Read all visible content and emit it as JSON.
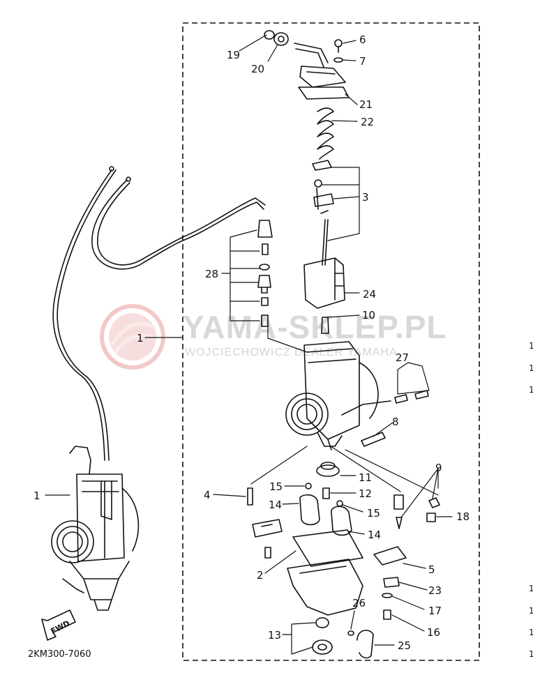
{
  "diagram": {
    "part_code": "2KM300-7060",
    "fwd_label": "FWD",
    "watermark": {
      "brand": "YAMA-SKLEP.PL",
      "subtitle": "WOJCIECHOWICZ DEALER YAMAHA"
    },
    "callouts": [
      {
        "id": "c19",
        "text": "19"
      },
      {
        "id": "c20",
        "text": "20"
      },
      {
        "id": "c6",
        "text": "6"
      },
      {
        "id": "c7",
        "text": "7"
      },
      {
        "id": "c21",
        "text": "21"
      },
      {
        "id": "c22",
        "text": "22"
      },
      {
        "id": "c3",
        "text": "3"
      },
      {
        "id": "c28",
        "text": "28"
      },
      {
        "id": "c24",
        "text": "24"
      },
      {
        "id": "c10",
        "text": "10"
      },
      {
        "id": "c1a",
        "text": "1"
      },
      {
        "id": "c27",
        "text": "27"
      },
      {
        "id": "c8",
        "text": "8"
      },
      {
        "id": "c9",
        "text": "9"
      },
      {
        "id": "c1b",
        "text": "1"
      },
      {
        "id": "c11",
        "text": "11"
      },
      {
        "id": "c4",
        "text": "4"
      },
      {
        "id": "c15a",
        "text": "15"
      },
      {
        "id": "c12",
        "text": "12"
      },
      {
        "id": "c18",
        "text": "18"
      },
      {
        "id": "c14a",
        "text": "14"
      },
      {
        "id": "c15b",
        "text": "15"
      },
      {
        "id": "c14b",
        "text": "14"
      },
      {
        "id": "c5",
        "text": "5"
      },
      {
        "id": "c2",
        "text": "2"
      },
      {
        "id": "c23",
        "text": "23"
      },
      {
        "id": "c17",
        "text": "17"
      },
      {
        "id": "c26",
        "text": "26"
      },
      {
        "id": "c16",
        "text": "16"
      },
      {
        "id": "c13",
        "text": "13"
      },
      {
        "id": "c25",
        "text": "25"
      }
    ],
    "edge_marks": [
      {
        "text": "1"
      },
      {
        "text": "1"
      },
      {
        "text": "1"
      },
      {
        "text": "1"
      },
      {
        "text": "1"
      },
      {
        "text": "1"
      },
      {
        "text": "1"
      }
    ]
  }
}
